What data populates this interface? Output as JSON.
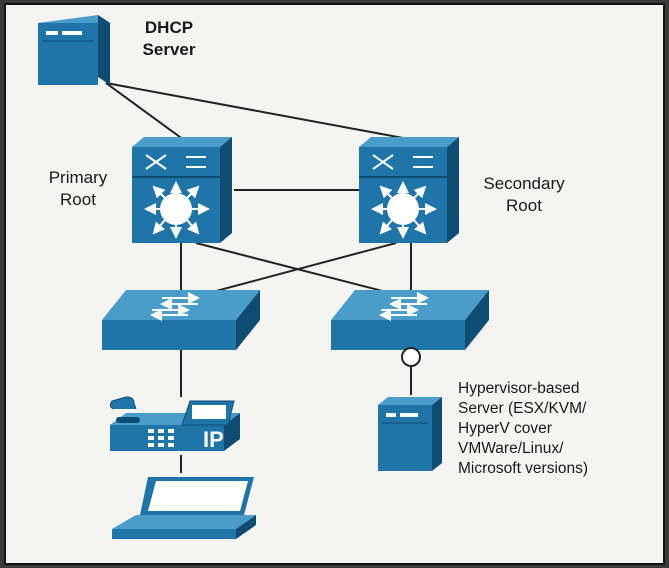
{
  "labels": {
    "dhcp": [
      "DHCP",
      "Server"
    ],
    "primary": [
      "Primary",
      "Root"
    ],
    "secondary": [
      "Secondary",
      "Root"
    ],
    "hypervisor": [
      "Hypervisor-based",
      "Server (ESX/KVM/",
      "HyperV cover",
      "VMWare/Linux/",
      "Microsoft versions)"
    ],
    "phone_badge": "IP"
  },
  "colors": {
    "device_blue": "#1f75a8",
    "device_dark": "#0f4c74",
    "device_light": "#4a9cc9",
    "line": "#222222",
    "background": "#f4f4f2"
  },
  "icons": [
    "server-icon",
    "multilayer-switch-icon",
    "workgroup-switch-icon",
    "ip-phone-icon",
    "laptop-icon"
  ]
}
